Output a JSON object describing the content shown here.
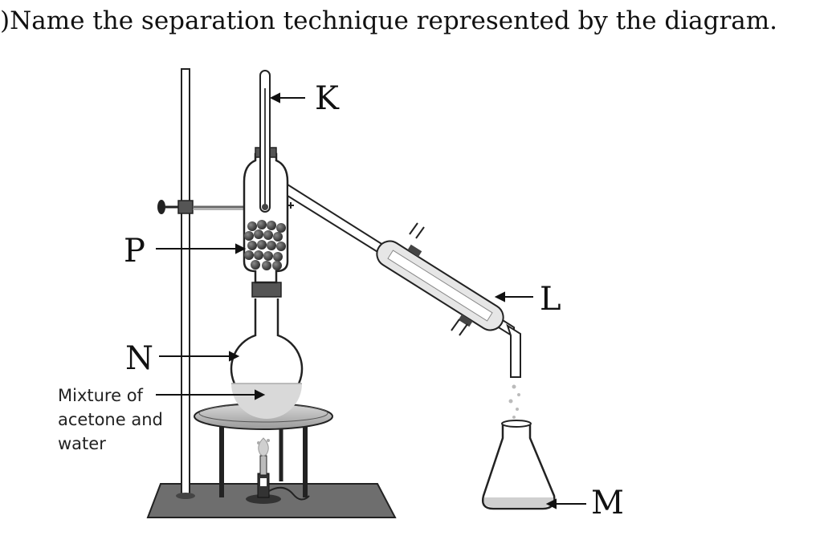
{
  "question": ")Name the separation technique represented by the diagram.",
  "labels": {
    "K": "K",
    "P": "P",
    "L": "L",
    "N": "N",
    "M": "M"
  },
  "mixture_note": {
    "line1": "Mixture of",
    "line2": "acetone and",
    "line3": "water"
  }
}
